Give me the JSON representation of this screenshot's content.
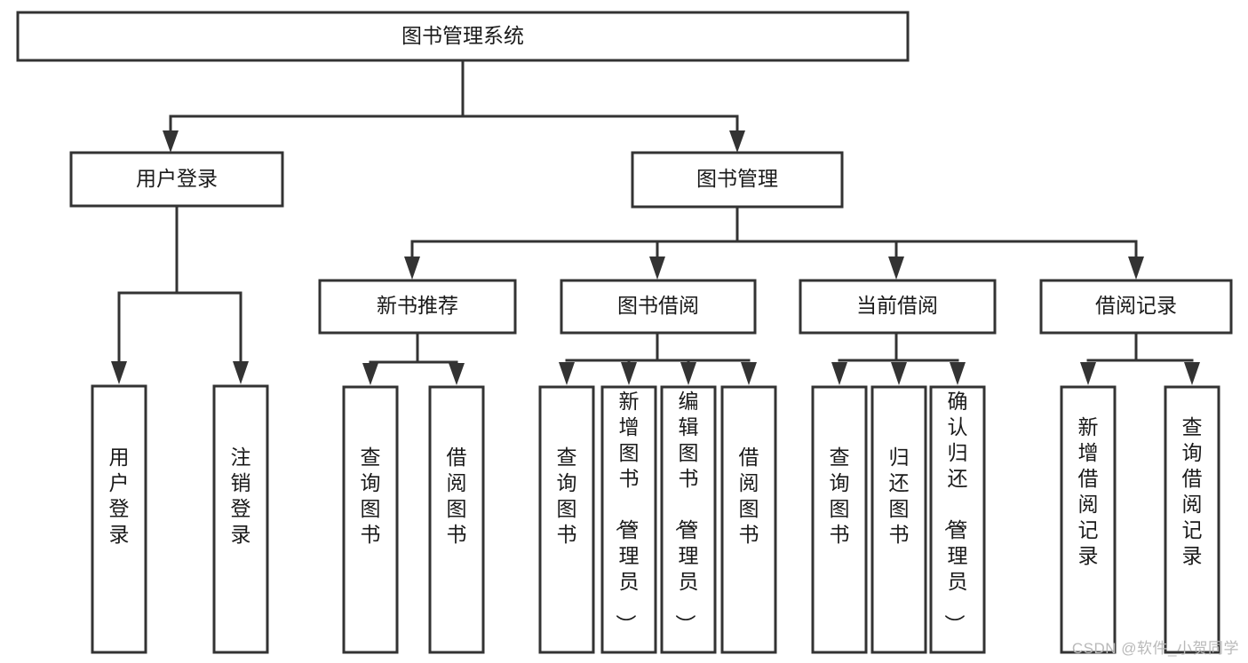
{
  "diagram": {
    "title": "图书管理系统",
    "type": "hierarchy-tree",
    "root": {
      "label": "图书管理系统"
    },
    "level2": [
      {
        "label": "用户登录"
      },
      {
        "label": "图书管理"
      }
    ],
    "level3": [
      {
        "label": "新书推荐"
      },
      {
        "label": "图书借阅"
      },
      {
        "label": "当前借阅"
      },
      {
        "label": "借阅记录"
      }
    ],
    "leaves": {
      "user_login": [
        {
          "label": "用户登录"
        },
        {
          "label": "注销登录"
        }
      ],
      "new_book_recommend": [
        {
          "label": "查询图书"
        },
        {
          "label": "借阅图书"
        }
      ],
      "book_borrow": [
        {
          "label": "查询图书"
        },
        {
          "label": "新增图书（管理员）"
        },
        {
          "label": "编辑图书（管理员）"
        },
        {
          "label": "借阅图书"
        }
      ],
      "current_borrow": [
        {
          "label": "查询图书"
        },
        {
          "label": "归还图书"
        },
        {
          "label": "确认归还（管理员）"
        }
      ],
      "borrow_record": [
        {
          "label": "新增借阅记录"
        },
        {
          "label": "查询借阅记录"
        }
      ]
    }
  },
  "watermark": {
    "text": "CSDN @软件_小贺同学"
  },
  "colors": {
    "stroke": "#333333",
    "fill": "#ffffff",
    "text": "#1a1a1a",
    "watermark": "#b9b9b9"
  }
}
